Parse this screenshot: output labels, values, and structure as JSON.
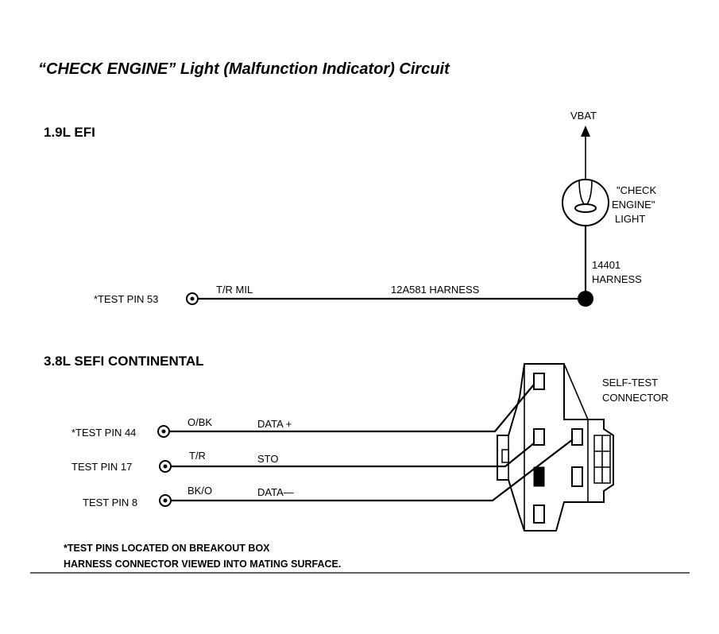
{
  "title": "“CHECK ENGINE” Light (Malfunction Indicator) Circuit",
  "section1": {
    "heading": "1.9L  EFI",
    "vbat": "VBAT",
    "light_label": [
      "\"CHECK",
      "ENGINE\"",
      "LIGHT"
    ],
    "harness_14401": [
      "14401",
      "HARNESS"
    ],
    "test_pin": "*TEST PIN 53",
    "wire_color": "T/R  MIL",
    "harness_12a581": "12A581 HARNESS"
  },
  "section2": {
    "heading": "3.8L  SEFI  CONTINENTAL",
    "connector_label": [
      "SELF-TEST",
      "CONNECTOR"
    ],
    "pins": [
      {
        "label": "*TEST PIN 44",
        "color": "O/BK",
        "signal": "DATA +"
      },
      {
        "label": "TEST PIN 17",
        "color": "T/R",
        "signal": "STO"
      },
      {
        "label": "TEST PIN 8",
        "color": "BK/O",
        "signal": "DATA—"
      }
    ]
  },
  "notes": [
    "*TEST PINS LOCATED ON BREAKOUT BOX",
    "HARNESS CONNECTOR VIEWED INTO MATING SURFACE."
  ]
}
